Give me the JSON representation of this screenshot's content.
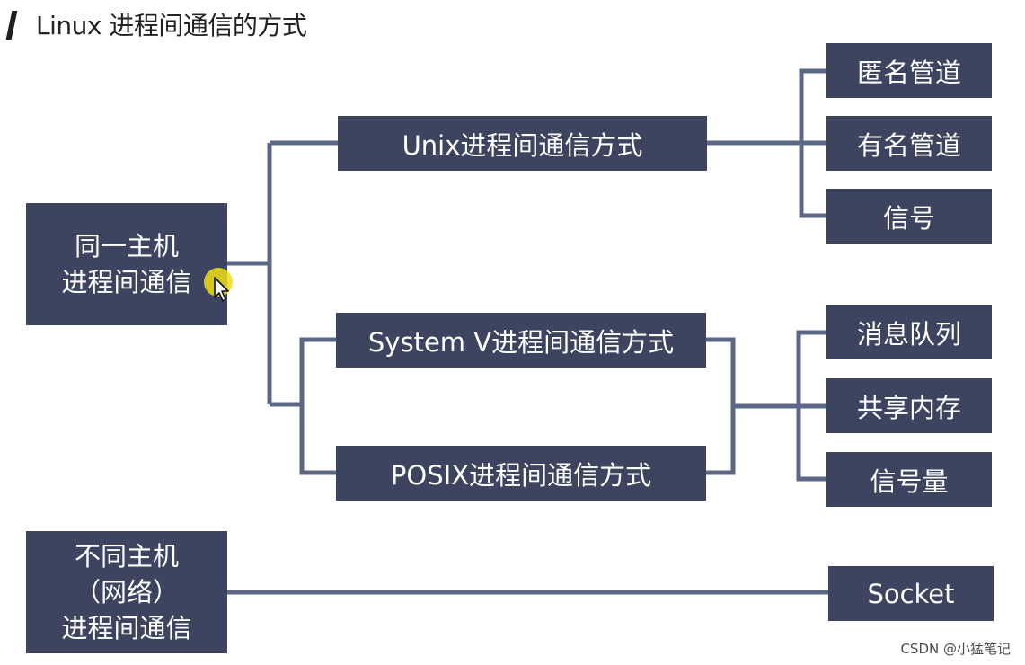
{
  "header": {
    "title": "Linux 进程间通信的方式"
  },
  "nodes": {
    "same_host": [
      "同一主机",
      "进程间通信"
    ],
    "diff_host": [
      "不同主机",
      "（网络）",
      "进程间通信"
    ],
    "unix": "Unix进程间通信方式",
    "systemv": "System V进程间通信方式",
    "posix": "POSIX进程间通信方式",
    "anon_pipe": "匿名管道",
    "named_pipe": "有名管道",
    "signal": "信号",
    "msg_queue": "消息队列",
    "shared_mem": "共享内存",
    "semaphore": "信号量",
    "socket": "Socket"
  },
  "watermark": "CSDN @小猛笔记",
  "colors": {
    "box": "#3c4460",
    "connector": "#5c6787",
    "cursor_highlight": "#eede14"
  }
}
